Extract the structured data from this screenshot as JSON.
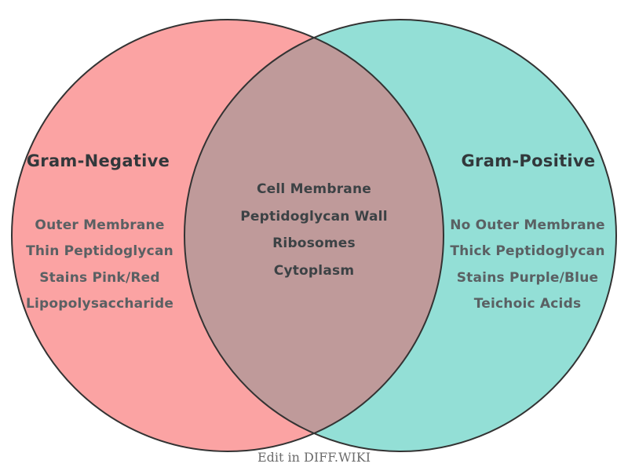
{
  "venn": {
    "left": {
      "title": "Gram-Negative",
      "items": [
        "Outer Membrane",
        "Thin Peptidoglycan",
        "Stains Pink/Red",
        "Lipopolysaccharide"
      ]
    },
    "right": {
      "title": "Gram-Positive",
      "items": [
        "No Outer Membrane",
        "Thick Peptidoglycan",
        "Stains Purple/Blue",
        "Teichoic Acids"
      ]
    },
    "overlap": {
      "items": [
        "Cell Membrane",
        "Peptidoglycan Wall",
        "Ribosomes",
        "Cytoplasm"
      ]
    },
    "colors": {
      "left_fill": "#FBA3A3",
      "right_fill": "#93DFD6",
      "overlap_fill": "#BF9A9A",
      "outline": "#333333"
    },
    "caption": "Edit in DIFF.WIKI"
  }
}
